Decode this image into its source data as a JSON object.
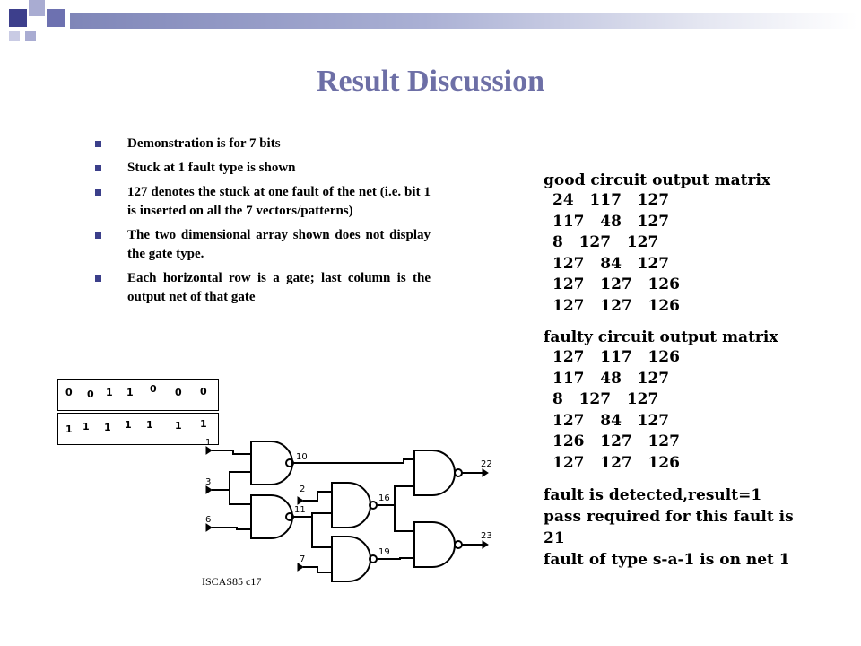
{
  "title": "Result Discussion",
  "bullets": [
    "Demonstration is for 7 bits",
    "Stuck at 1 fault type is shown",
    "127 denotes the stuck at one fault of the net (i.e. bit 1 is inserted on all the 7 vectors/patterns)",
    "The two dimensional array shown does not display the gate type.",
    "Each horizontal row is a gate; last column is the output net of that gate"
  ],
  "good_matrix": {
    "title": "good circuit output matrix",
    "rows": [
      "24   117   127",
      "117   48   127",
      "8   127   127",
      "127   84   127",
      "127   127   126",
      "127   127   126"
    ]
  },
  "faulty_matrix": {
    "title": "faulty circuit output matrix",
    "rows": [
      "127   117   126",
      "117   48   127",
      "8   127   127",
      "127   84   127",
      "126   127   127",
      "127   127   126"
    ]
  },
  "result": {
    "line1": "fault is detected,result=1",
    "line2": "pass required for this fault is 21",
    "line3": "fault of type s-a-1 is on net 1"
  },
  "bit_rows": {
    "top": [
      "0",
      "0",
      "1",
      "1",
      "0",
      "0",
      "0"
    ],
    "bottom": [
      "1",
      "1",
      "1",
      "1",
      "1",
      "1",
      "1"
    ]
  },
  "circuit": {
    "inputs": [
      "1",
      "3",
      "6",
      "2",
      "7"
    ],
    "nets": [
      "10",
      "11",
      "16",
      "19"
    ],
    "outputs": [
      "22",
      "23"
    ],
    "caption": "ISCAS85 c17"
  }
}
